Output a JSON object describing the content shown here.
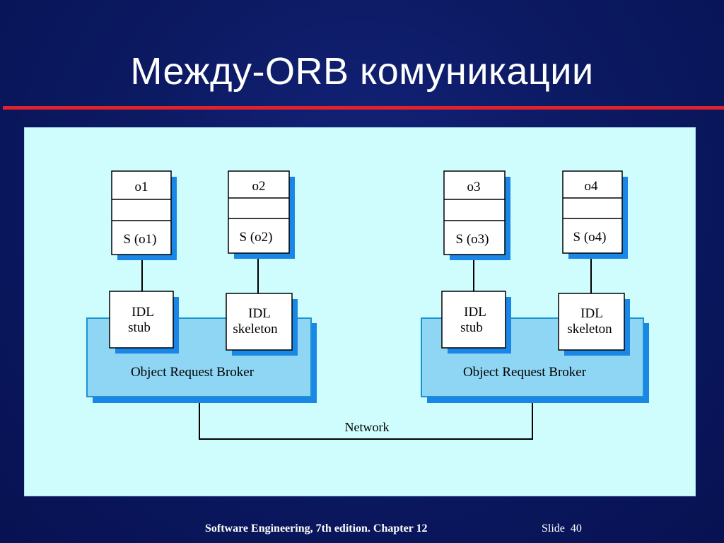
{
  "title": "Между-ORB комуникации",
  "diagram": {
    "objects": [
      {
        "name": "o1",
        "skeleton": "S (o1)"
      },
      {
        "name": "o2",
        "skeleton": "S (o2)"
      },
      {
        "name": "o3",
        "skeleton": "S (o3)"
      },
      {
        "name": "o4",
        "skeleton": "S (o4)"
      }
    ],
    "left_orb": {
      "label": "Object Request Broker",
      "stub_line1": "IDL",
      "stub_line2": "stub",
      "skel_line1": "IDL",
      "skel_line2": "skeleton"
    },
    "right_orb": {
      "label": "Object Request Broker",
      "stub_line1": "IDL",
      "stub_line2": "stub",
      "skel_line1": "IDL",
      "skel_line2": "skeleton"
    },
    "network_label": "Network"
  },
  "footer": {
    "book": "Software Engineering, 7th edition. Chapter 12",
    "slide": "Slide  40"
  },
  "colors": {
    "background": "#0c1a63",
    "accent_rule": "#e0222c",
    "panel": "#cffcfc",
    "orb_fill": "#8fd6f4",
    "orb_border": "#1b94d2",
    "shadow": "#1a86e6"
  }
}
